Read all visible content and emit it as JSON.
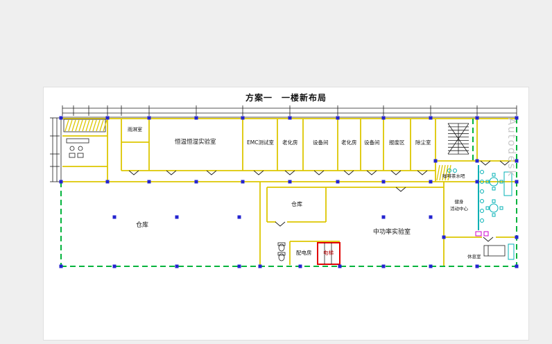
{
  "title": "方案一　一楼新布局",
  "watermark": "Autodesk",
  "rooms": {
    "rain_shower": "雨淋室",
    "climate_lab": "恒温恒湿实验室",
    "emc_test": "EMC测试室",
    "aging_1": "老化房",
    "equipment_1": "设备间",
    "aging_2": "老化房",
    "equipment_2": "设备间",
    "scrap_area": "报废区",
    "dust_removal": "除尘室",
    "warehouse_main": "仓库",
    "warehouse_small": "仓库",
    "mid_power_lab": "中功率实验室",
    "power_distribution": "配电房",
    "elevator": "电梯",
    "coffee_tea_bar": "咖啡茶水吧",
    "fitness_line1": "健身",
    "fitness_line2": "活动中心",
    "lounge": "休息室"
  },
  "colors": {
    "wall_yellow": "#ddc700",
    "curtain_wall_green": "#00b33c",
    "column_blue": "#2424cf",
    "elevator_red": "#e00000",
    "furniture_cyan": "#00b0b5",
    "accent_magenta": "#cc00cc",
    "watermark_gray": "#c9c9c9"
  }
}
